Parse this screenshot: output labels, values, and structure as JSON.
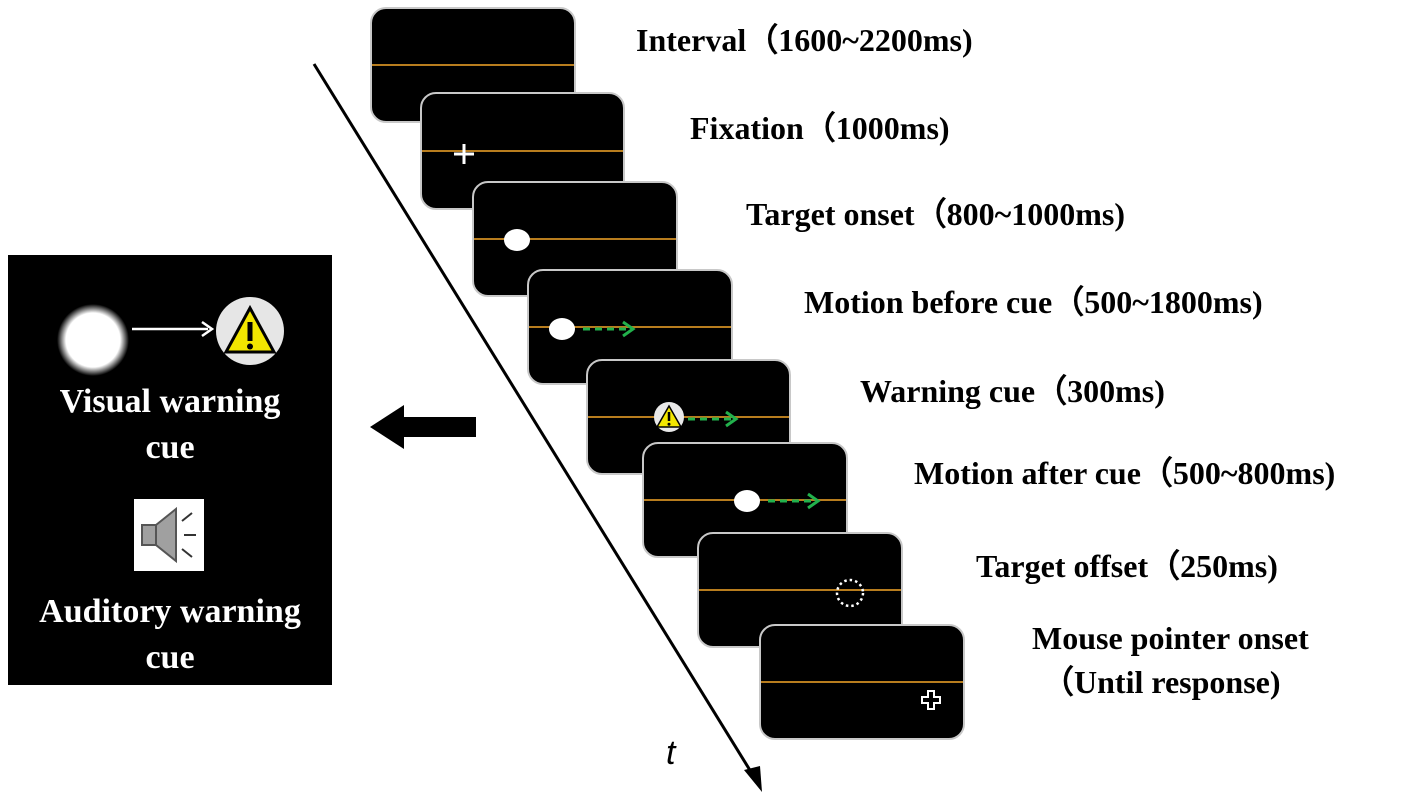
{
  "steps": [
    {
      "label": "Interval（1600~2200ms)"
    },
    {
      "label": "Fixation（1000ms)"
    },
    {
      "label": "Target onset（800~1000ms)"
    },
    {
      "label": "Motion before cue（500~1800ms)"
    },
    {
      "label": "Warning cue（300ms)"
    },
    {
      "label": "Motion after cue（500~800ms)"
    },
    {
      "label": "Target offset（250ms)"
    },
    {
      "label_line1": "Mouse pointer onset",
      "label_line2": "（Until response)"
    }
  ],
  "time_axis": {
    "label": "t"
  },
  "legend": {
    "visual_cue_label": "Visual warning cue",
    "auditory_cue_label": "Auditory warning cue"
  },
  "colors": {
    "screen_bg": "#000000",
    "horizontal_line": "#b87d1e",
    "motion_arrow": "#22b14c",
    "warning_yellow": "#f2e600"
  }
}
